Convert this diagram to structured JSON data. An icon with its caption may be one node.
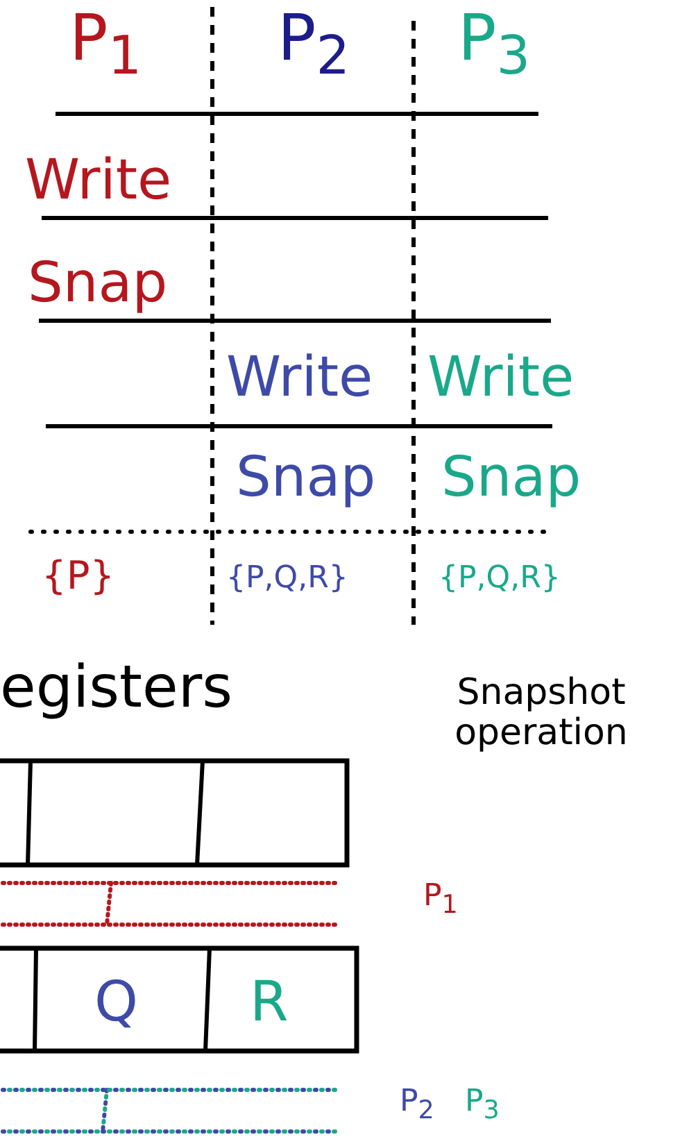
{
  "diagram": {
    "labels": [
      "P$_{1}$",
      "P$_{2}$",
      "P$_{3}$",
      "Write",
      "Snap",
      "Write",
      "Write",
      "Snap",
      "Snap",
      "{P}",
      "{P,Q,R}",
      "{P,Q,R}",
      "egisters",
      "Snapshot operation",
      "Q",
      "R",
      "P$_{1}$",
      "P$_{2}$",
      "P$_{3}$"
    ]
  }
}
